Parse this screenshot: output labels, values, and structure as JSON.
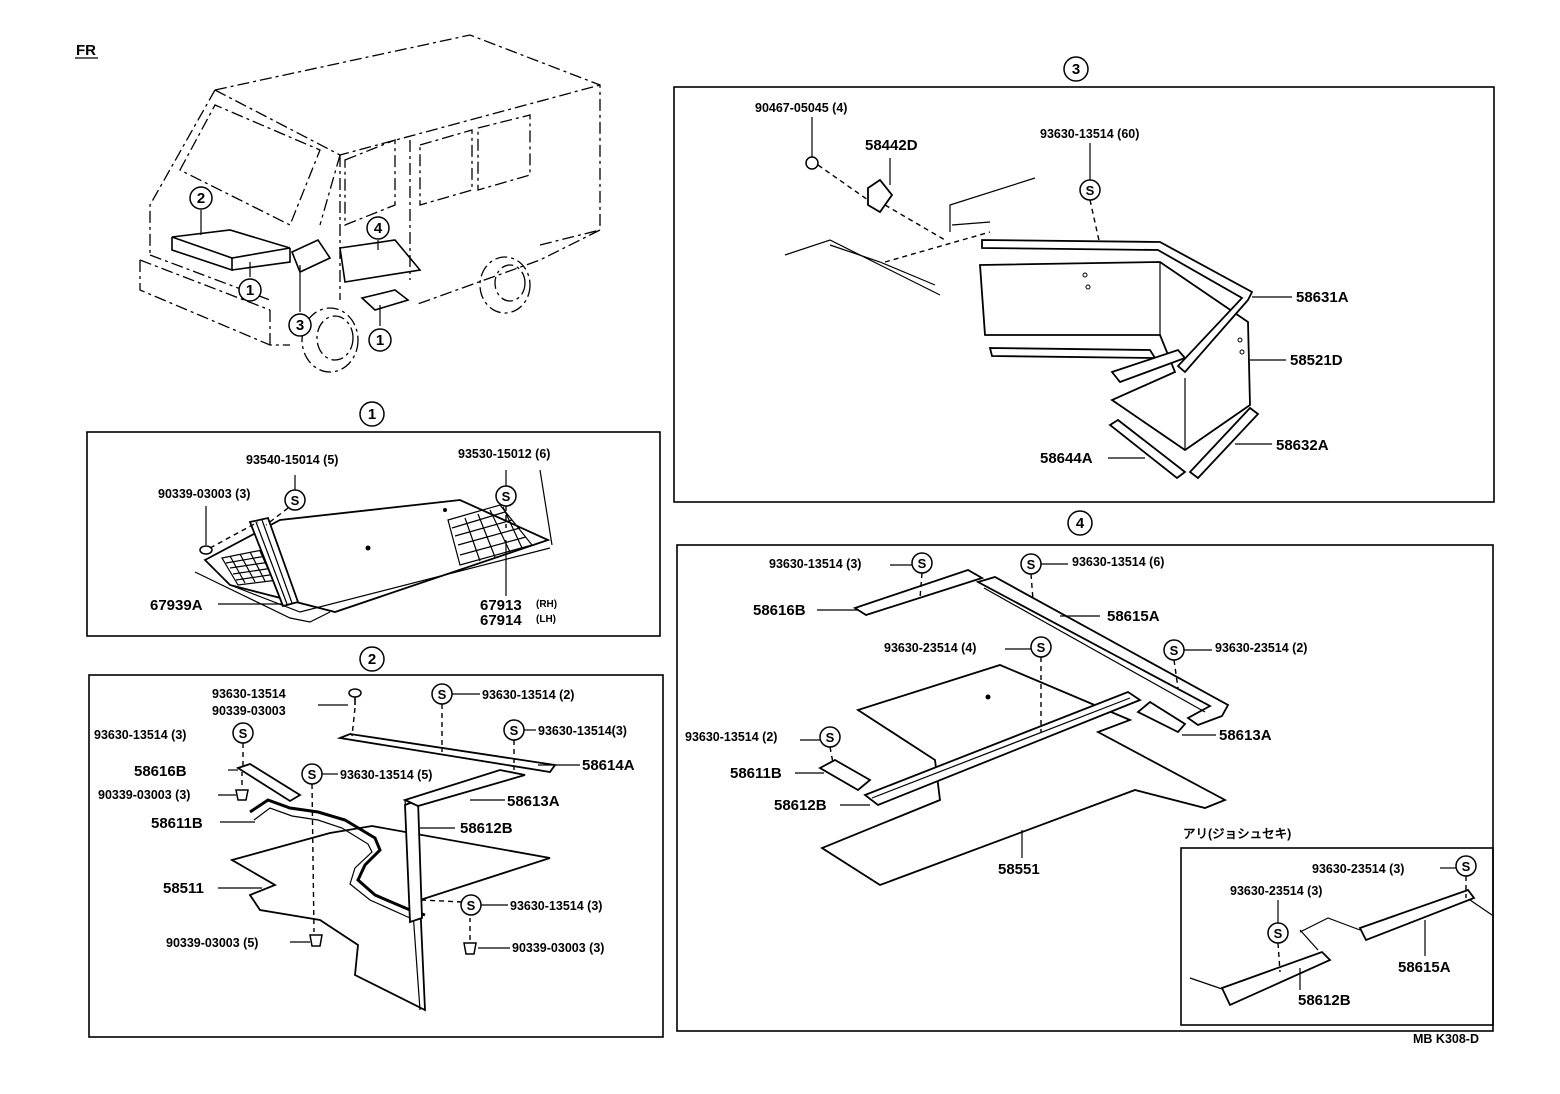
{
  "fr_label": "FR",
  "diagram_code": "MB K308-D",
  "section_markers": [
    "1",
    "2",
    "3",
    "4"
  ],
  "vehicle_callouts": [
    "2",
    "4",
    "1",
    "3",
    "1"
  ],
  "fastener_symbol": "S",
  "sections": {
    "s1": {
      "marker": "1",
      "labels": {
        "p93540": "93540-15014 (5)",
        "p93530": "93530-15012 (6)",
        "p90339": "90339-03003 (3)",
        "p67939": "67939A",
        "p67913": "67913",
        "p67913_side": "(RH)",
        "p67914": "67914",
        "p67914_side": "(LH)"
      }
    },
    "s2": {
      "marker": "2",
      "labels": {
        "screw_a": "93630-13514",
        "screw_b": "90339-03003",
        "s_top_2": "93630-13514 (2)",
        "s_right_3": "93630-13514(3)",
        "s_left_3": "93630-13514 (3)",
        "p58614a": "58614A",
        "p58616b": "58616B",
        "p58613a": "58613A",
        "clip_left": "90339-03003 (3)",
        "s_mid_5": "93630-13514 (5)",
        "p58611b": "58611B",
        "p58612b": "58612B",
        "p58511": "58511",
        "s_low_3": "93630-13514 (3)",
        "clip_low_5": "90339-03003 (5)",
        "clip_low_3": "90339-03003 (3)"
      }
    },
    "s3": {
      "marker": "3",
      "labels": {
        "bolt": "90467-05045 (4)",
        "p58442d": "58442D",
        "screw": "93630-13514 (60)",
        "p58631a": "58631A",
        "p58521d": "58521D",
        "p58644a": "58644A",
        "p58632a": "58632A"
      }
    },
    "s4": {
      "marker": "4",
      "labels": {
        "s_tl": "93630-13514 (3)",
        "s_tr": "93630-13514 (6)",
        "p58616b": "58616B",
        "p58615a": "58615A",
        "s_mid": "93630-23514 (4)",
        "s_right": "93630-23514 (2)",
        "p58613a": "58613A",
        "s_left": "93630-13514 (2)",
        "p58611b": "58611B",
        "p58612b": "58612B",
        "p58551": "58551",
        "inset_title": "アリ(ジョシュセキ)",
        "inset_s1": "93630-23514 (3)",
        "inset_s2": "93630-23514 (3)",
        "inset_p58615a": "58615A",
        "inset_p58612b": "58612B"
      }
    }
  }
}
